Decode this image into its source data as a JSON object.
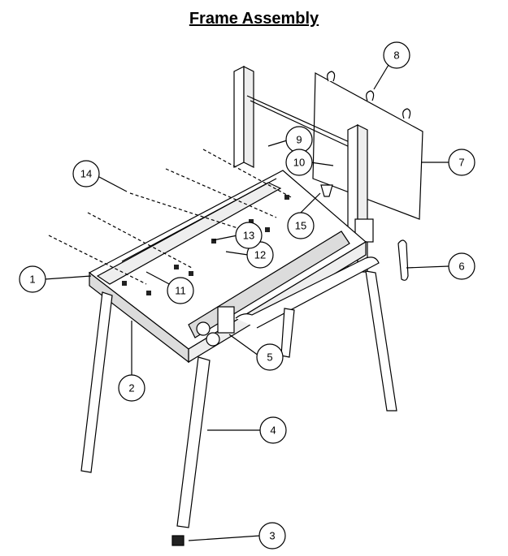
{
  "title": "Frame Assembly",
  "callouts": [
    "1",
    "2",
    "3",
    "4",
    "5",
    "6",
    "7",
    "8",
    "9",
    "10",
    "11",
    "12",
    "13",
    "14",
    "15"
  ],
  "colors": {
    "line": "#000000",
    "fill": "#ffffff",
    "shade": "#dcdcdc",
    "dark": "#333333"
  }
}
